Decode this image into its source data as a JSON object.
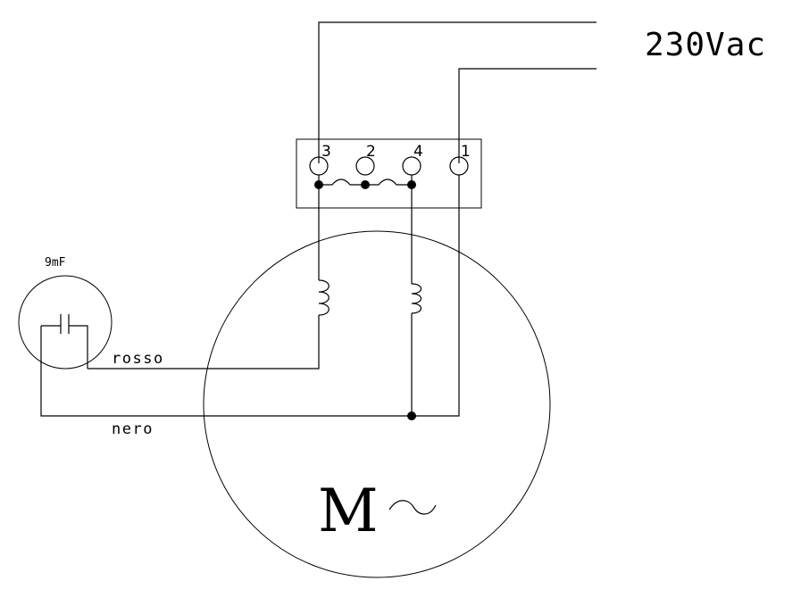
{
  "supply_label": "230Vac",
  "capacitor_label": "9mF",
  "wire_red_label": "rosso",
  "wire_black_label": "nero",
  "motor_symbol": "M",
  "motor_ac_symbol": "~",
  "terminals": [
    "3",
    "2",
    "4",
    "1"
  ]
}
